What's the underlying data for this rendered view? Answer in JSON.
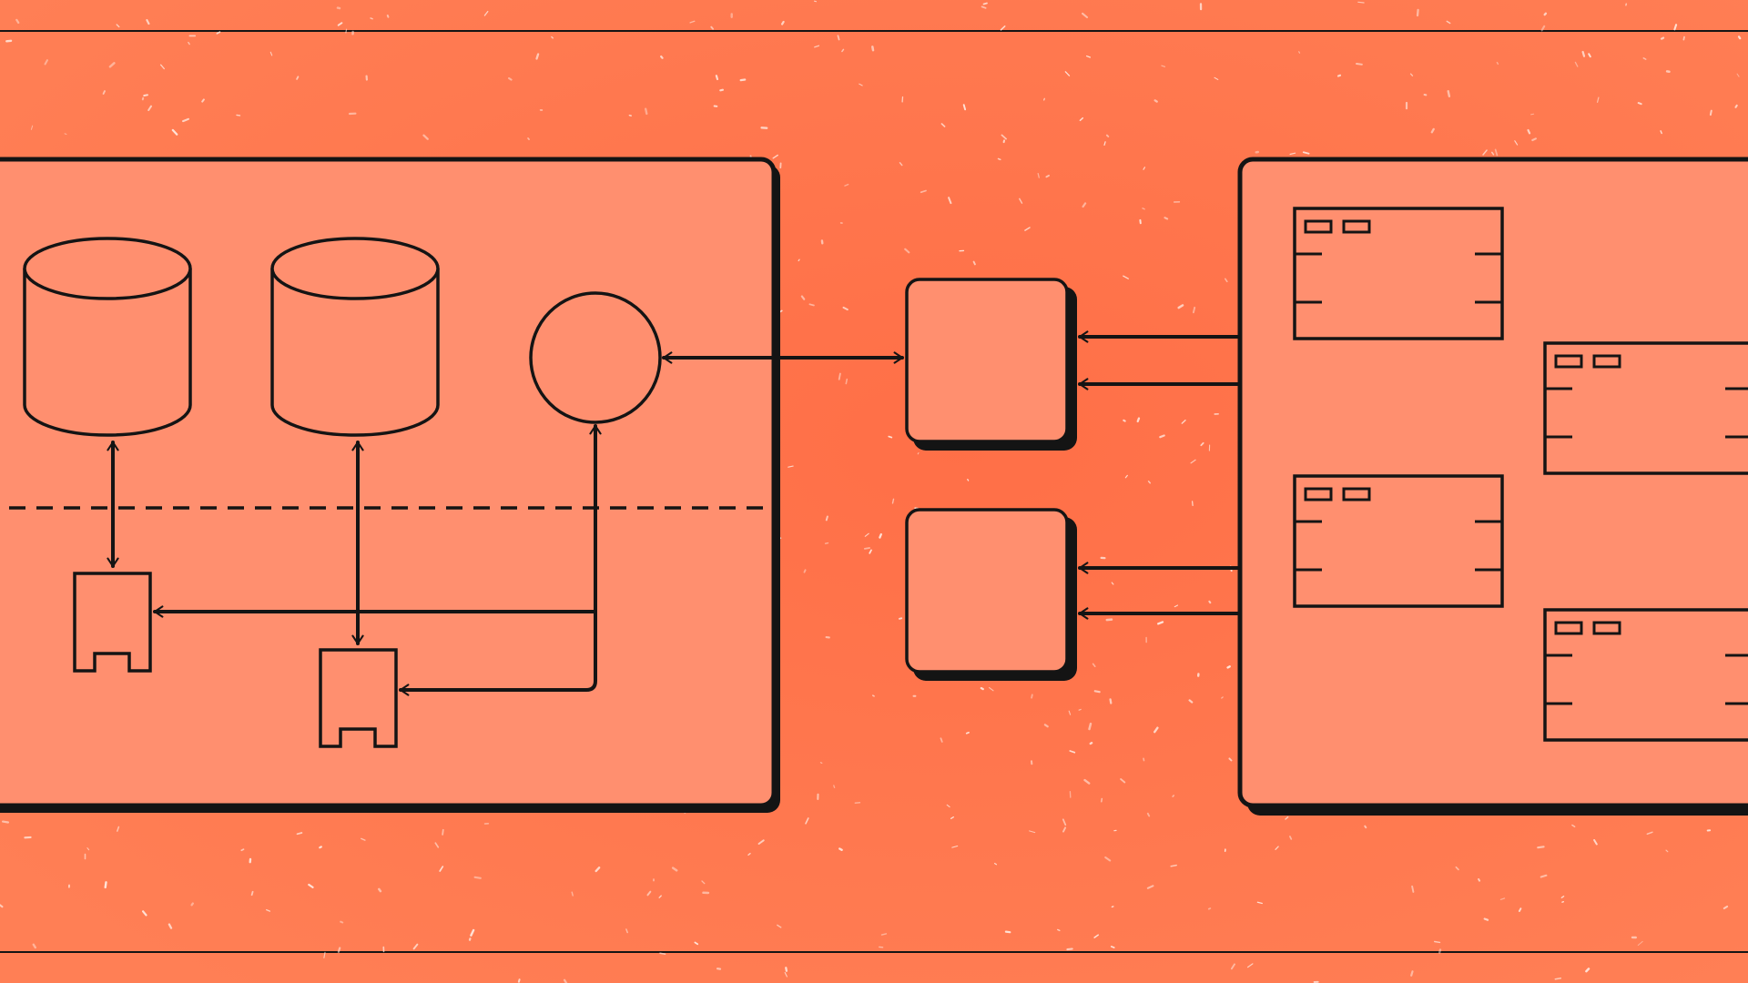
{
  "colors": {
    "background": "#ff6f47",
    "background_light": "#ff7f55",
    "panel": "#ff8f6f",
    "stroke": "#141414",
    "speckle": "#ffe9df"
  },
  "diagram": {
    "left_panel": {
      "databases": 2,
      "service_circle": 1,
      "workers": 2,
      "dashed_divider": true
    },
    "middle_nodes": 2,
    "right_panel": {
      "client_windows": 4
    }
  },
  "icons": [
    "database-icon",
    "service-circle-icon",
    "worker-icon",
    "server-node-icon",
    "client-window-icon",
    "arrow-icon"
  ]
}
